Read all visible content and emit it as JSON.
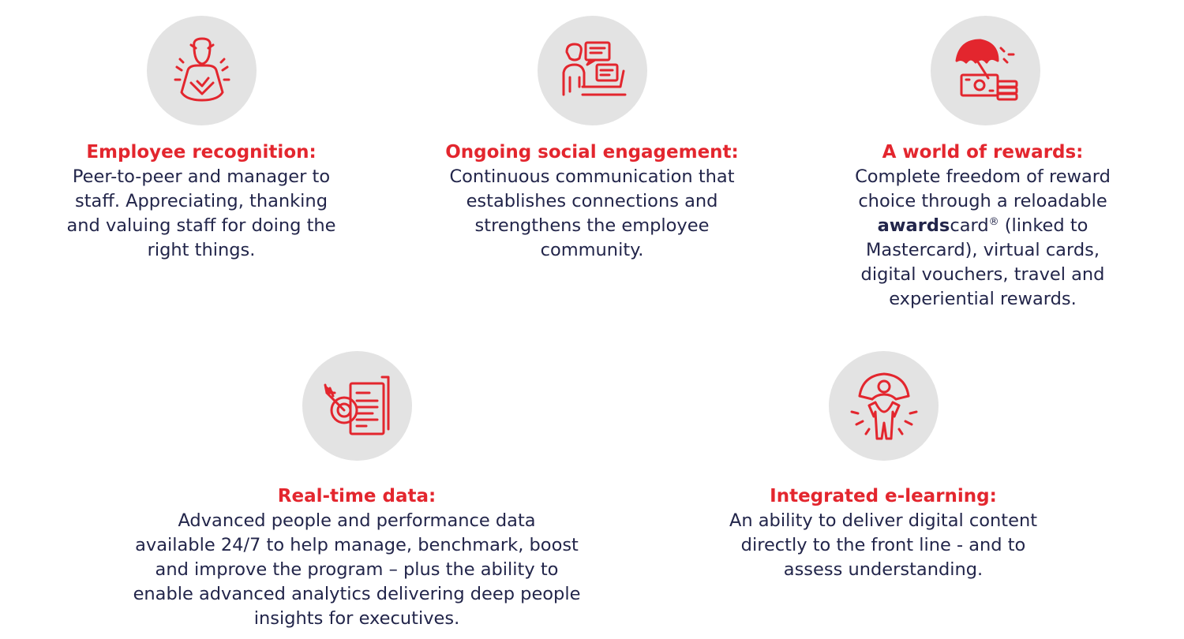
{
  "colors": {
    "accent": "#e3262e",
    "text": "#22254a",
    "icon_bg": "#e3e3e3"
  },
  "features": [
    {
      "icon": "employee-recognition-icon",
      "title": "Employee recognition:",
      "lines": [
        "Peer-to-peer and manager to",
        "staff.  Appreciating, thanking",
        "and valuing staff for doing the",
        "right things."
      ]
    },
    {
      "icon": "social-engagement-icon",
      "title": "Ongoing social engagement:",
      "lines": [
        "Continuous communication that",
        "establishes connections and",
        "strengthens the employee",
        "community."
      ]
    },
    {
      "icon": "rewards-umbrella-icon",
      "title": "A world of rewards:",
      "lines": [
        "Complete freedom of reward",
        "choice through a reloadable"
      ],
      "brand_bold": "awards",
      "brand_rest": "card",
      "brand_mark": "®",
      "brand_suffix": " (linked to",
      "lines_after": [
        "Mastercard), virtual cards,",
        "digital vouchers, travel and",
        "experiential rewards."
      ]
    },
    {
      "icon": "data-target-icon",
      "title": "Real-time data:",
      "lines": [
        "Advanced people and performance data",
        "available 24/7 to help manage, benchmark, boost",
        "and improve the program – plus the ability to",
        "enable advanced analytics delivering deep people",
        "insights for executives."
      ]
    },
    {
      "icon": "e-learning-person-icon",
      "title": "Integrated e-learning:",
      "lines": [
        "An ability to deliver digital content",
        "directly to the front line - and to",
        "assess understanding."
      ]
    }
  ]
}
